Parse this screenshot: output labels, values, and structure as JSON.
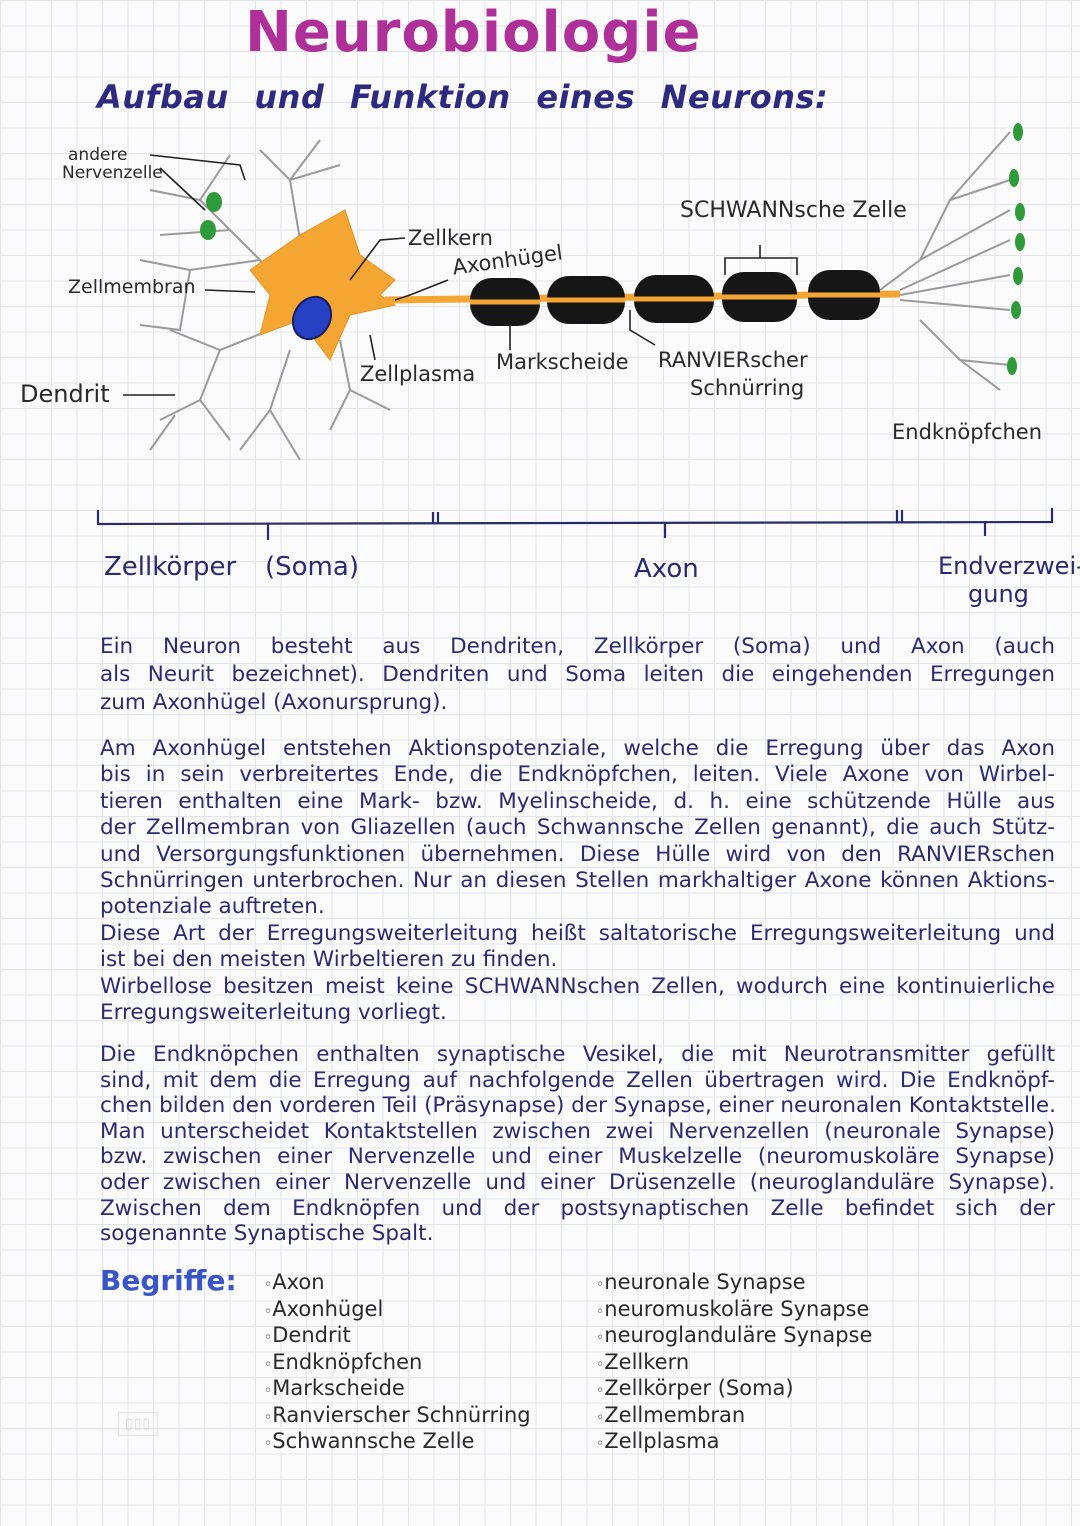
{
  "header": {
    "title": "Neurobiologie",
    "subtitle": "Aufbau und Funktion eines Neurons:"
  },
  "diagram": {
    "labels": {
      "andere_nervenzelle_1": "andere",
      "andere_nervenzelle_2": "Nervenzelle",
      "zellmembran": "Zellmembran",
      "dendrit": "Dendrit",
      "zellkern": "Zellkern",
      "axonhuegel": "Axonhügel",
      "zellplasma": "Zellplasma",
      "markscheide": "Markscheide",
      "schwann": "SCHWANNsche Zelle",
      "ranvier_1": "RANVIERscher",
      "ranvier_2": "Schnürring",
      "endknoepfchen": "Endknöpfchen"
    },
    "colors": {
      "soma": "#f4a532",
      "nucleus": "#2741c4",
      "myelin": "#161616",
      "terminal": "#2f9a3a",
      "dendrite": "#9a9a9a"
    }
  },
  "segments": {
    "zellkoerper": "Zellkörper",
    "soma": "(Soma)",
    "axon": "Axon",
    "endverzweigung_1": "Endverzwei-",
    "endverzweigung_2": "gung"
  },
  "paragraphs": [
    [
      "Ein Neuron besteht aus Dendriten, Zellkörper (Soma) und Axon (auch",
      "als Neurit bezeichnet). Dendriten und Soma leiten die eingehenden Erregungen",
      "zum Axonhügel (Axonursprung)."
    ],
    [
      "Am Axonhügel entstehen Aktionspotenziale, welche die Erregung über das Axon",
      "bis in sein verbreitertes Ende, die Endknöpfchen, leiten. Viele Axone von Wirbel-",
      "tieren enthalten eine Mark- bzw. Myelinscheide, d. h. eine schützende Hülle aus",
      "der Zellmembran von Gliazellen (auch Schwannsche Zellen genannt), die auch Stütz-",
      "und Versorgungsfunktionen übernehmen. Diese Hülle wird von den RANVIERschen",
      "Schnürringen unterbrochen. Nur an diesen Stellen markhaltiger Axone können Aktions-",
      "potenziale auftreten.",
      "Diese Art der Erregungsweiterleitung heißt saltatorische Erregungsweiterleitung und",
      "ist bei den meisten Wirbeltieren zu finden.",
      "Wirbellose besitzen meist keine SCHWANNschen Zellen, wodurch eine kontinuierliche",
      "Erregungsweiterleitung vorliegt."
    ],
    [
      "Die Endknöpchen enthalten synaptische Vesikel, die mit Neurotransmitter gefüllt",
      "sind, mit dem die Erregung auf nachfolgende Zellen übertragen wird. Die Endknöpf-",
      "chen bilden den vorderen Teil (Präsynapse) der Synapse, einer neuronalen Kontaktstelle.",
      "Man unterscheidet Kontaktstellen zwischen zwei Nervenzellen (neuronale Synapse)",
      "bzw. zwischen einer Nervenzelle und einer Muskelzelle (neuromuskoläre Synapse)",
      "oder zwischen einer Nervenzelle und einer Drüsenzelle (neuroglanduläre Synapse).",
      "Zwischen dem Endknöpfen und der postsynaptischen Zelle befindet sich der",
      "sogenannte Synaptische Spalt."
    ]
  ],
  "begriffe": {
    "heading": "Begriffe:",
    "left": [
      "Axon",
      "Axonhügel",
      "Dendrit",
      "Endknöpfchen",
      "Markscheide",
      "Ranvierscher Schnürring",
      "Schwannsche Zelle"
    ],
    "right": [
      "neuronale Synapse",
      "neuromuskoläre Synapse",
      "neuroglanduläre Synapse",
      "Zellkern",
      "Zellkörper (Soma)",
      "Zellmembran",
      "Zellplasma"
    ]
  },
  "watermark": "KNOWUNITY"
}
